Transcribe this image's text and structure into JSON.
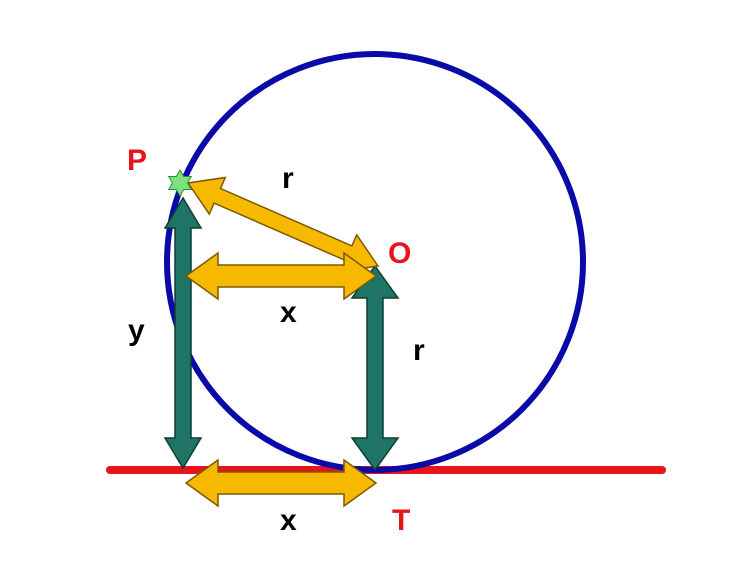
{
  "colors": {
    "circle": "#0a0aa8",
    "tangent_line": "#e8141c",
    "orange_arrow": "#f7b800",
    "orange_outline": "#7a5a00",
    "teal_arrow": "#1e7566",
    "teal_outline": "#0f3d35",
    "point_marker": "#7ddf7d",
    "label_red": "#e8141c",
    "label_black": "#000000"
  },
  "labels": {
    "point_p": "P",
    "point_o": "O",
    "point_t": "T",
    "radius_slanted": "r",
    "radius_vertical": "r",
    "x_upper": "x",
    "x_lower": "x",
    "y": "y"
  },
  "icons": {
    "point_marker": "star-icon"
  }
}
